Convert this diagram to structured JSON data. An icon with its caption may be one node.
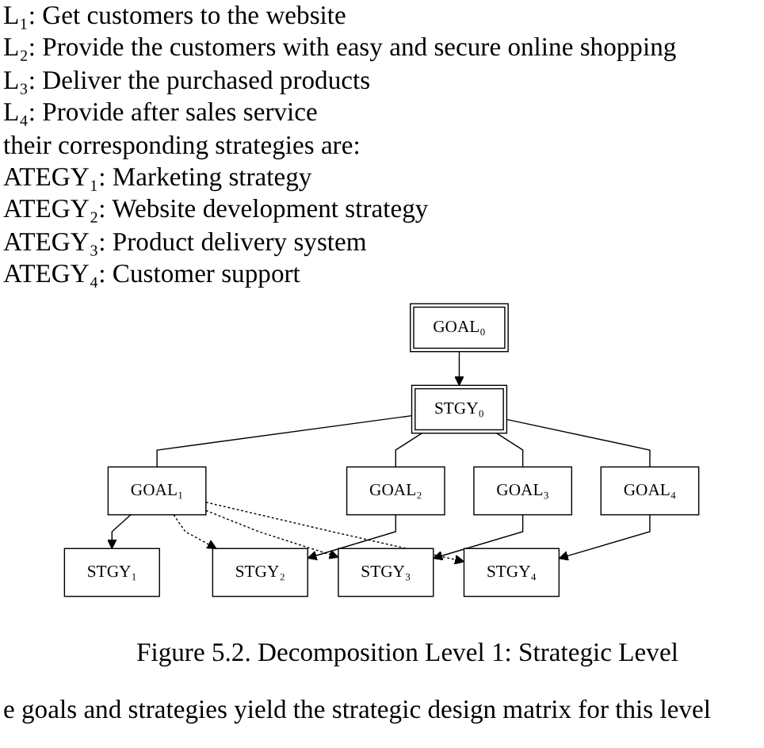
{
  "diagram": {
    "caption": "Figure 5.2. Decomposition Level 1: Strategic Level",
    "nodes": [
      {
        "text": [
          "GOAL₀"
        ]
      },
      {
        "text": [
          "STGY₀"
        ]
      },
      {
        "text": [
          "GOAL₁"
        ]
      },
      {
        "text": [
          "GOAL₂"
        ]
      },
      {
        "text": [
          "GOAL₃"
        ]
      },
      {
        "text": [
          "GOAL₄"
        ]
      },
      {
        "text": [
          "STGY₁"
        ]
      },
      {
        "text": [
          "STGY₂"
        ]
      },
      {
        "text": [
          "STGY₃"
        ]
      },
      {
        "text": [
          "STGY₄"
        ]
      }
    ],
    "edges": [
      {
        "from": 0,
        "to": 1,
        "arrow": "to"
      },
      {
        "from": 1,
        "to": 2,
        "arrow": "none"
      },
      {
        "from": 1,
        "to": 3,
        "arrow": "none"
      },
      {
        "from": 1,
        "to": 4,
        "arrow": "none"
      },
      {
        "from": 1,
        "to": 5,
        "arrow": "none"
      },
      {
        "from": 2,
        "to": 6,
        "arrow": "to"
      },
      {
        "from": 3,
        "to": 7,
        "arrow": "to"
      },
      {
        "from": 4,
        "to": 8,
        "arrow": "to"
      },
      {
        "from": 5,
        "to": 9,
        "arrow": "to"
      },
      {
        "from": 2,
        "to": 7,
        "arrow": "to",
        "style": "dashed"
      },
      {
        "from": 2,
        "to": 8,
        "arrow": "to",
        "style": "dashed"
      },
      {
        "from": 2,
        "to": 9,
        "arrow": "to",
        "style": "dashed"
      }
    ],
    "labels": [
      "L₁: Get customers to the website",
      "L₂: Provide the customers with easy and secure online shopping",
      "L₃: Deliver the purchased products",
      "L₄: Provide after sales service",
      "their corresponding strategies are:",
      "ATEGY₁: Marketing strategy",
      "ATEGY₂: Website development strategy",
      "ATEGY₃: Product delivery system",
      "ATEGY₄: Customer support",
      "e goals and strategies yield the strategic design matrix for this level"
    ]
  }
}
